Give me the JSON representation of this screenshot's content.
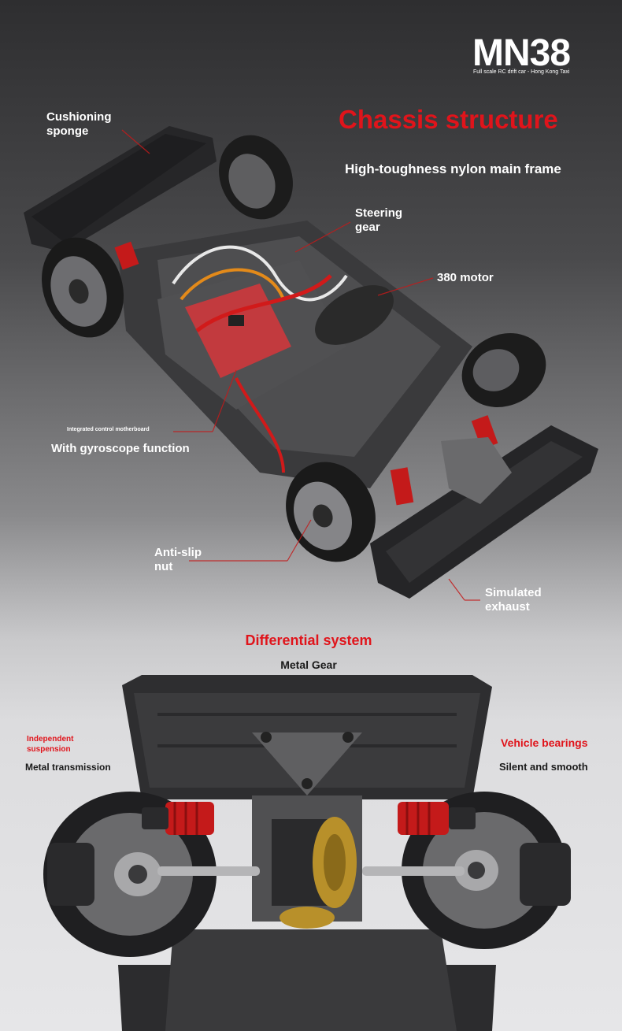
{
  "brand": {
    "model": "MN38",
    "tagline": "Full scale RC drift car - Hong Kong Taxi"
  },
  "chassis": {
    "headline": "Chassis structure",
    "subheadline": "High-toughness nylon main frame",
    "callouts": {
      "cushioning_sponge": "Cushioning\nsponge",
      "steering_gear": "Steering\ngear",
      "motor": "380 motor",
      "motherboard_small": "Integrated control motherboard",
      "motherboard": "With gyroscope function",
      "anti_slip_nut": "Anti-slip\nnut",
      "simulated_exhaust": "Simulated\nexhaust"
    }
  },
  "differential": {
    "headline": "Differential system",
    "subheadline": "Metal Gear",
    "left_top": "Independent\nsuspension",
    "left_bottom": "Metal transmission",
    "right_top": "Vehicle bearings",
    "right_bottom": "Silent and smooth"
  },
  "colors": {
    "accent_red": "#e0141b",
    "text_light": "#ffffff",
    "text_dark": "#1a1a1a"
  }
}
